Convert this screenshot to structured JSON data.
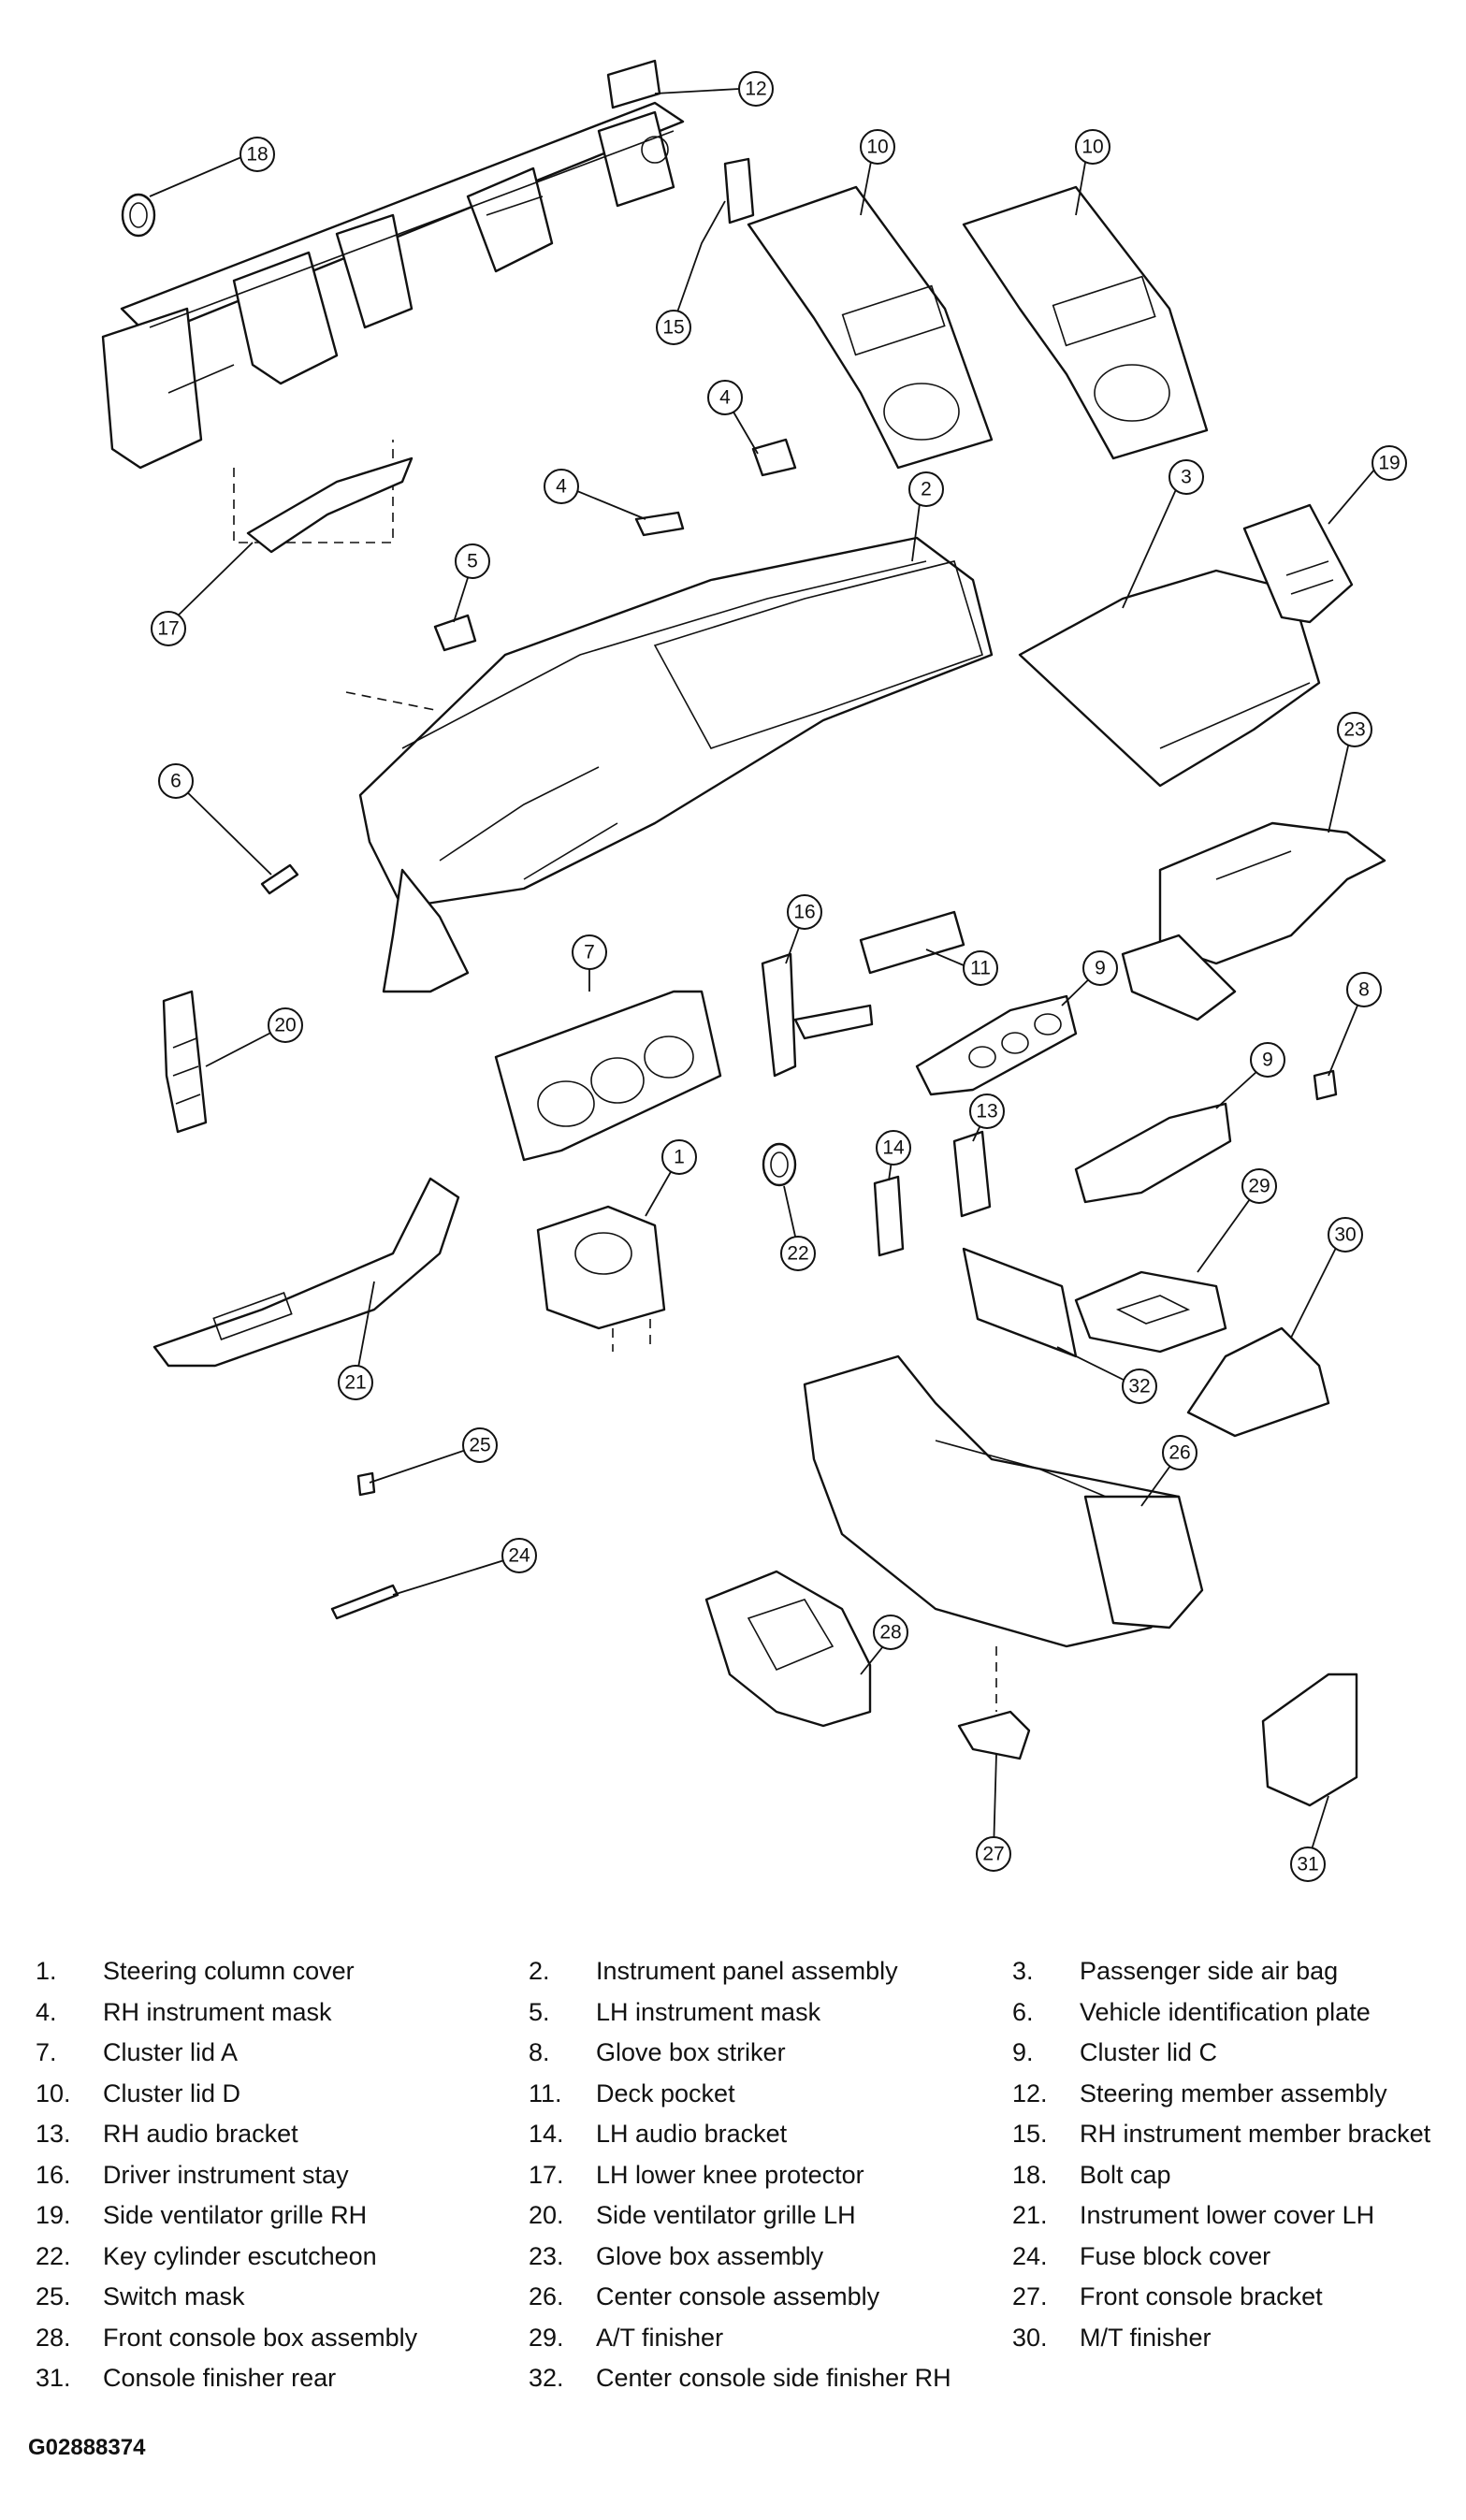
{
  "callouts": [
    "1",
    "2",
    "3",
    "4",
    "4",
    "5",
    "6",
    "7",
    "8",
    "9",
    "9",
    "10",
    "10",
    "11",
    "12",
    "13",
    "14",
    "15",
    "16",
    "17",
    "18",
    "19",
    "20",
    "21",
    "22",
    "23",
    "24",
    "25",
    "26",
    "27",
    "28",
    "29",
    "30",
    "31",
    "32"
  ],
  "legend": [
    {
      "num": "1.",
      "text": "Steering column cover"
    },
    {
      "num": "2.",
      "text": "Instrument panel assembly"
    },
    {
      "num": "3.",
      "text": "Passenger side air bag"
    },
    {
      "num": "4.",
      "text": "RH instrument mask"
    },
    {
      "num": "5.",
      "text": "LH instrument mask"
    },
    {
      "num": "6.",
      "text": "Vehicle identification plate"
    },
    {
      "num": "7.",
      "text": "Cluster lid A"
    },
    {
      "num": "8.",
      "text": "Glove box striker"
    },
    {
      "num": "9.",
      "text": "Cluster lid C"
    },
    {
      "num": "10.",
      "text": "Cluster lid D"
    },
    {
      "num": "11.",
      "text": "Deck pocket"
    },
    {
      "num": "12.",
      "text": "Steering member assembly"
    },
    {
      "num": "13.",
      "text": "RH audio bracket"
    },
    {
      "num": "14.",
      "text": "LH audio bracket"
    },
    {
      "num": "15.",
      "text": "RH instrument member bracket"
    },
    {
      "num": "16.",
      "text": "Driver instrument stay"
    },
    {
      "num": "17.",
      "text": "LH lower knee protector"
    },
    {
      "num": "18.",
      "text": "Bolt cap"
    },
    {
      "num": "19.",
      "text": "Side ventilator grille RH"
    },
    {
      "num": "20.",
      "text": "Side ventilator grille LH"
    },
    {
      "num": "21.",
      "text": "Instrument lower cover LH"
    },
    {
      "num": "22.",
      "text": "Key cylinder escutcheon"
    },
    {
      "num": "23.",
      "text": "Glove box assembly"
    },
    {
      "num": "24.",
      "text": "Fuse block cover"
    },
    {
      "num": "25.",
      "text": "Switch mask"
    },
    {
      "num": "26.",
      "text": "Center console assembly"
    },
    {
      "num": "27.",
      "text": "Front console bracket"
    },
    {
      "num": "28.",
      "text": "Front console box assembly"
    },
    {
      "num": "29.",
      "text": "A/T finisher"
    },
    {
      "num": "30.",
      "text": "M/T finisher"
    },
    {
      "num": "31.",
      "text": "Console finisher rear"
    },
    {
      "num": "32.",
      "text": "Center console side finisher RH"
    }
  ],
  "figure_code": "G02888374",
  "colors": {
    "line": "#111111",
    "background": "#ffffff"
  }
}
